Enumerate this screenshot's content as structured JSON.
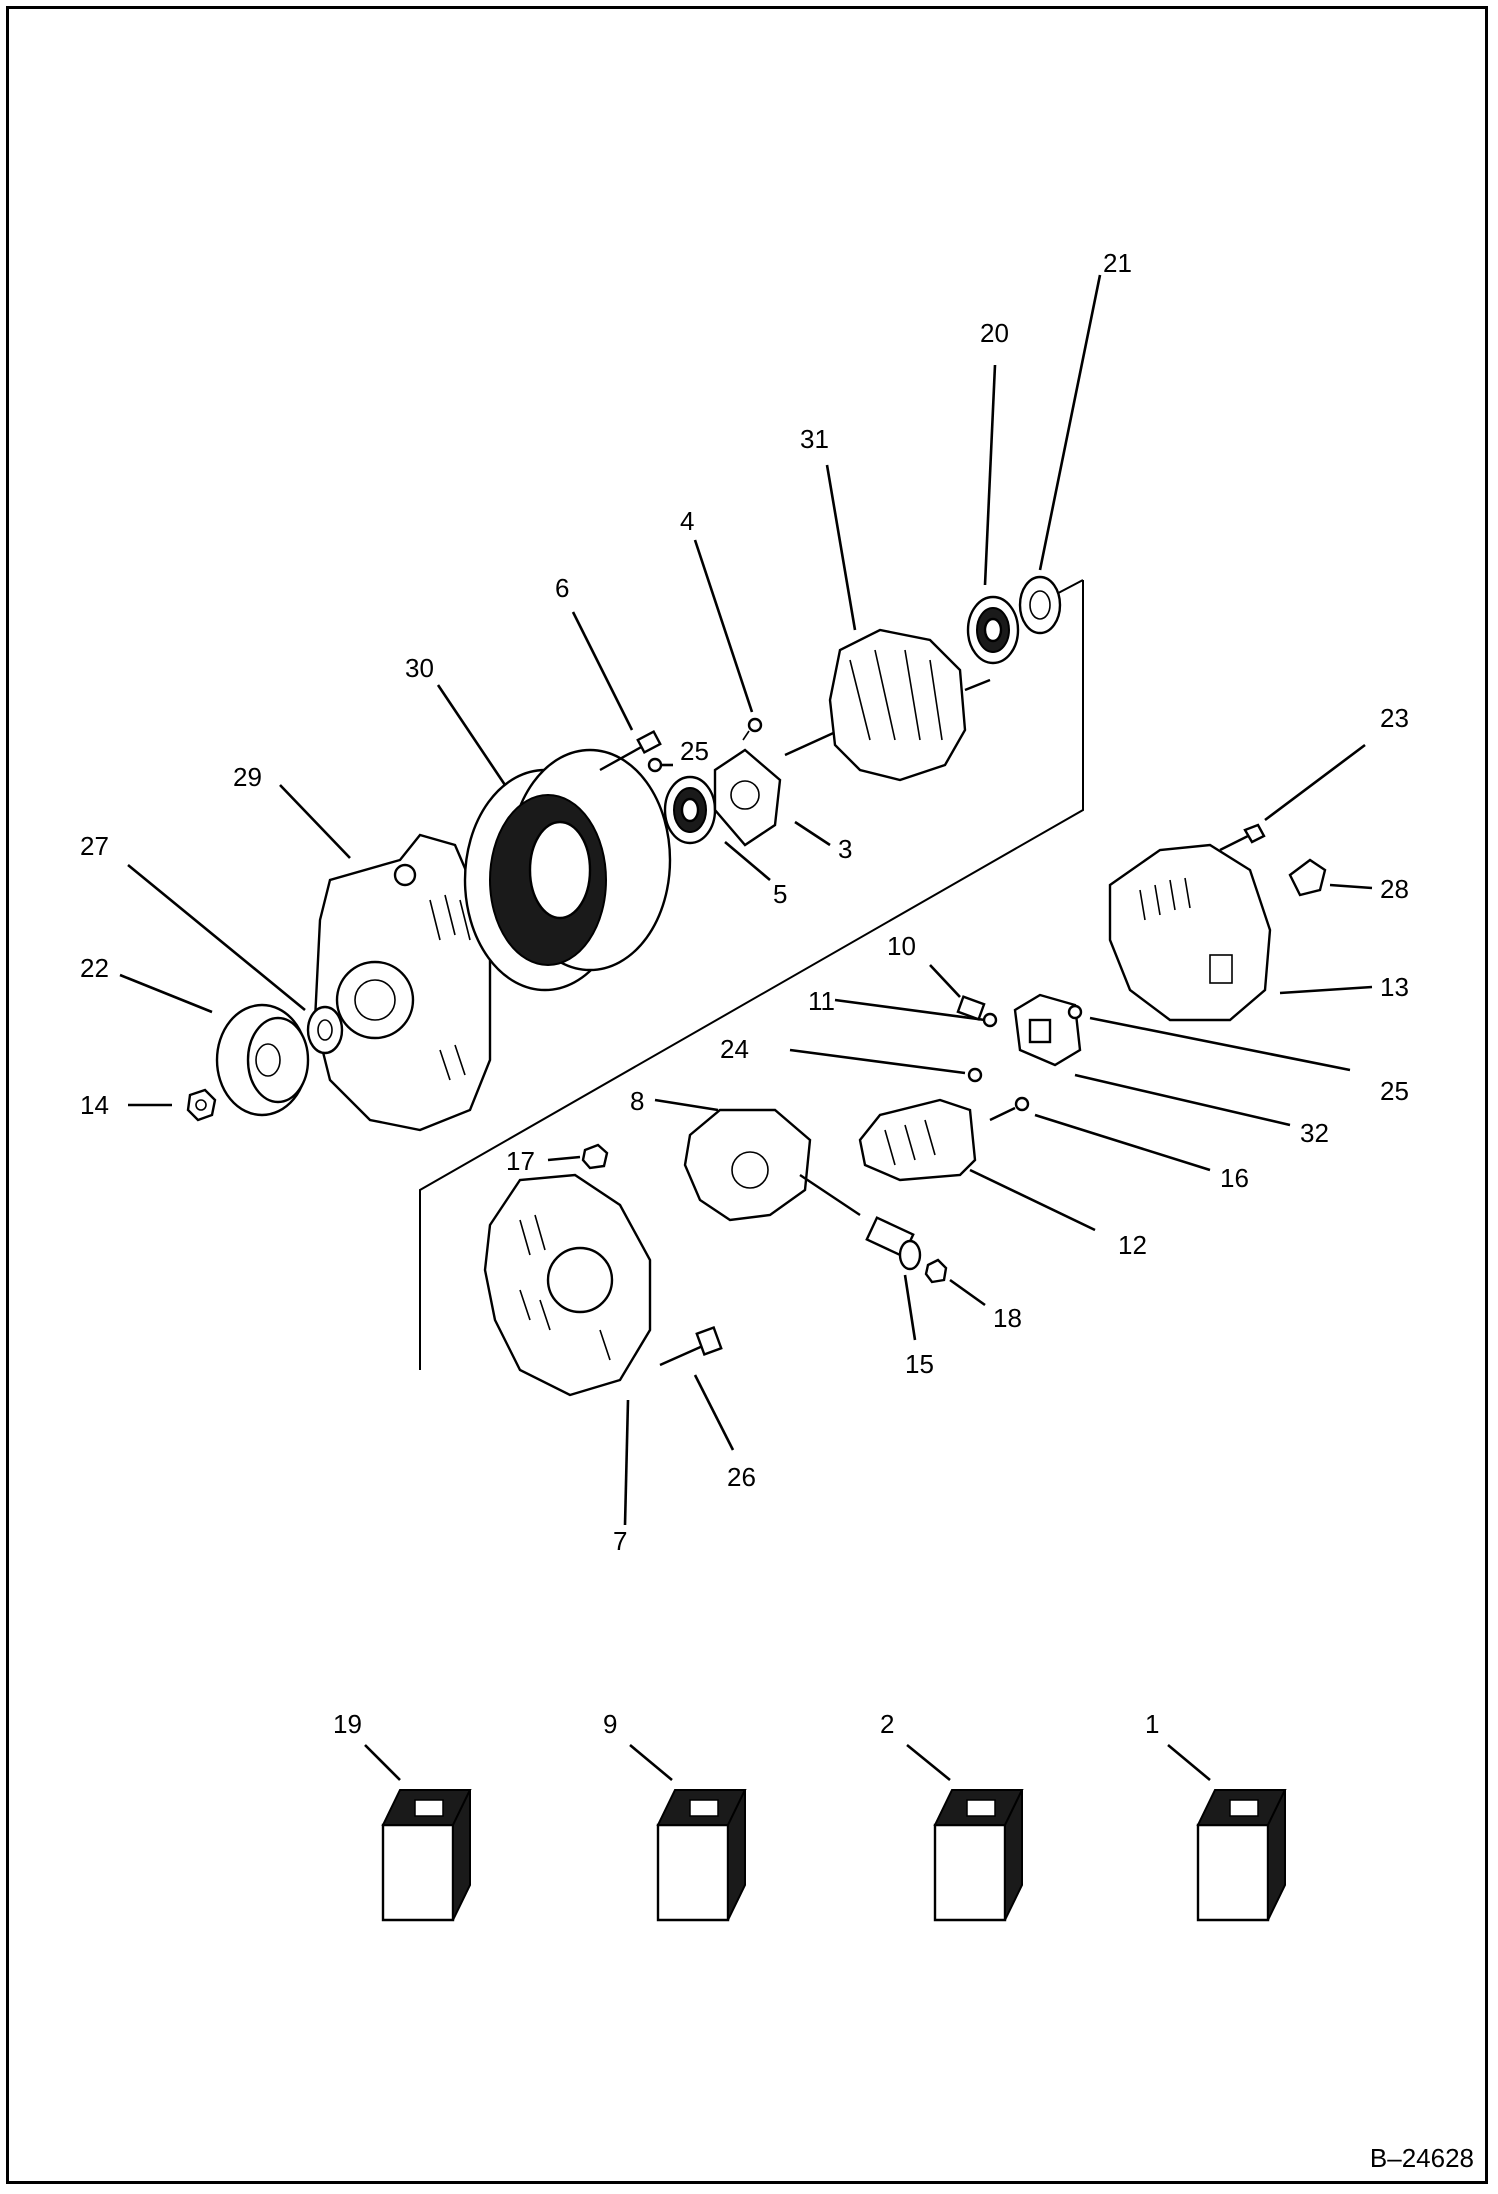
{
  "document_id": "B–24628",
  "callouts": {
    "c1": "1",
    "c2": "2",
    "c3": "3",
    "c4": "4",
    "c5": "5",
    "c6": "6",
    "c7": "7",
    "c8": "8",
    "c9": "9",
    "c10": "10",
    "c11": "11",
    "c12": "12",
    "c13": "13",
    "c14": "14",
    "c15": "15",
    "c16": "16",
    "c17": "17",
    "c18": "18",
    "c19": "19",
    "c20": "20",
    "c21": "21",
    "c22": "22",
    "c23": "23",
    "c24": "24",
    "c25a": "25",
    "c25b": "25",
    "c26": "26",
    "c27": "27",
    "c28": "28",
    "c29": "29",
    "c30": "30",
    "c31": "31",
    "c32": "32"
  },
  "icons": {
    "kit_box": "kit-box-icon"
  }
}
